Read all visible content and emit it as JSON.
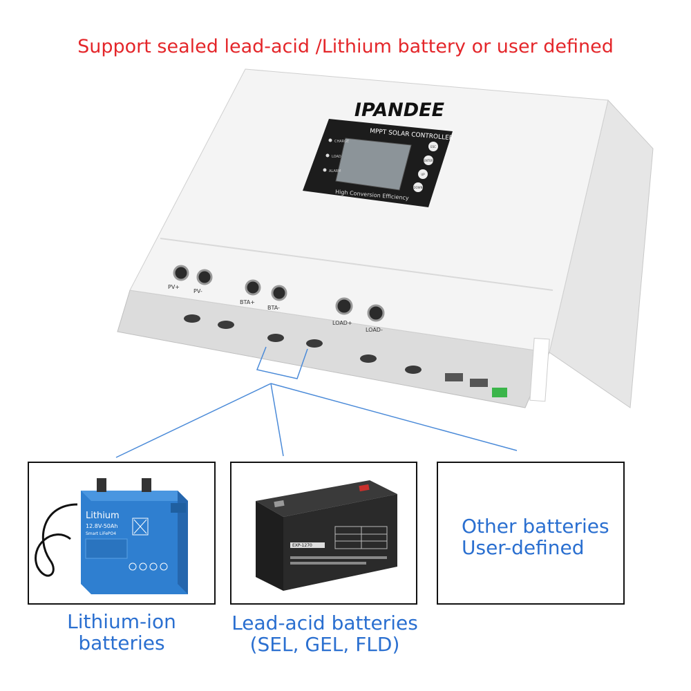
{
  "headline": "Support sealed lead-acid /Lithium battery or user defined",
  "device": {
    "brand": "IPANDEE",
    "screen_title": "MPPT SOLAR CONTROLLER",
    "screen_footer": "High Conversion Efficiency",
    "indicators": [
      "CHARGE",
      "LOAD",
      "ALARM"
    ],
    "buttons": [
      "ESC",
      "ENTER",
      "UP",
      "DOWN"
    ],
    "terminals": [
      "PV+",
      "PV-",
      "BTA+",
      "BTA-",
      "LOAD+",
      "LOAD-"
    ]
  },
  "panels": {
    "lithium": {
      "label_title": "Lithium",
      "label_spec": "12.8V-50Ah",
      "label_chem": "Smart LiFePO4",
      "caption_line1": "Lithium-ion",
      "caption_line2": "batteries"
    },
    "lead_acid": {
      "label_model": "EXP-1270",
      "caption_line1": "Lead-acid batteries",
      "caption_line2": "(SEL, GEL, FLD)"
    },
    "other": {
      "line1": "Other batteries",
      "line2": "User-defined"
    }
  },
  "colors": {
    "headline": "#e4262a",
    "caption": "#2a6fd0",
    "connector": "#4a8ad8",
    "lithium_battery": "#2f7fd0"
  }
}
